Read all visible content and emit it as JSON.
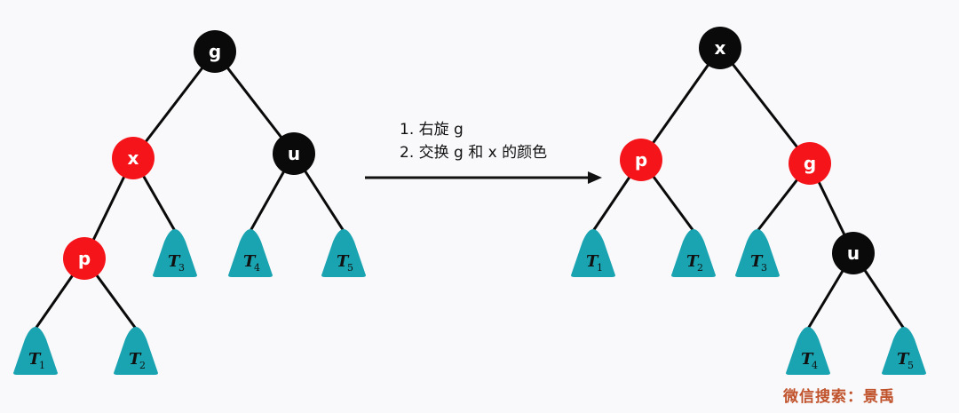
{
  "colors": {
    "red_node": "#f5141a",
    "black_node": "#0a0a0a",
    "subtree": "#1aa3b0",
    "edge": "#0a0a0a",
    "watermark": "#c0532c"
  },
  "before_tree": {
    "nodes": [
      {
        "id": "g",
        "label": "g",
        "color": "black"
      },
      {
        "id": "x",
        "label": "x",
        "color": "red"
      },
      {
        "id": "u",
        "label": "u",
        "color": "black"
      },
      {
        "id": "p",
        "label": "p",
        "color": "red"
      }
    ],
    "subtrees": [
      {
        "id": "T3",
        "label": "T",
        "sub": "3"
      },
      {
        "id": "T4",
        "label": "T",
        "sub": "4"
      },
      {
        "id": "T5",
        "label": "T",
        "sub": "5"
      },
      {
        "id": "T1",
        "label": "T",
        "sub": "1"
      },
      {
        "id": "T2",
        "label": "T",
        "sub": "2"
      }
    ]
  },
  "after_tree": {
    "nodes": [
      {
        "id": "x",
        "label": "x",
        "color": "black"
      },
      {
        "id": "p",
        "label": "p",
        "color": "red"
      },
      {
        "id": "g",
        "label": "g",
        "color": "red"
      },
      {
        "id": "u",
        "label": "u",
        "color": "black"
      }
    ],
    "subtrees": [
      {
        "id": "T1",
        "label": "T",
        "sub": "1"
      },
      {
        "id": "T2",
        "label": "T",
        "sub": "2"
      },
      {
        "id": "T3",
        "label": "T",
        "sub": "3"
      },
      {
        "id": "T4",
        "label": "T",
        "sub": "4"
      },
      {
        "id": "T5",
        "label": "T",
        "sub": "5"
      }
    ]
  },
  "steps": [
    "1.  右旋 g",
    "2.  交换 g 和 x 的颜色"
  ],
  "watermark": "微信搜索：景禹"
}
